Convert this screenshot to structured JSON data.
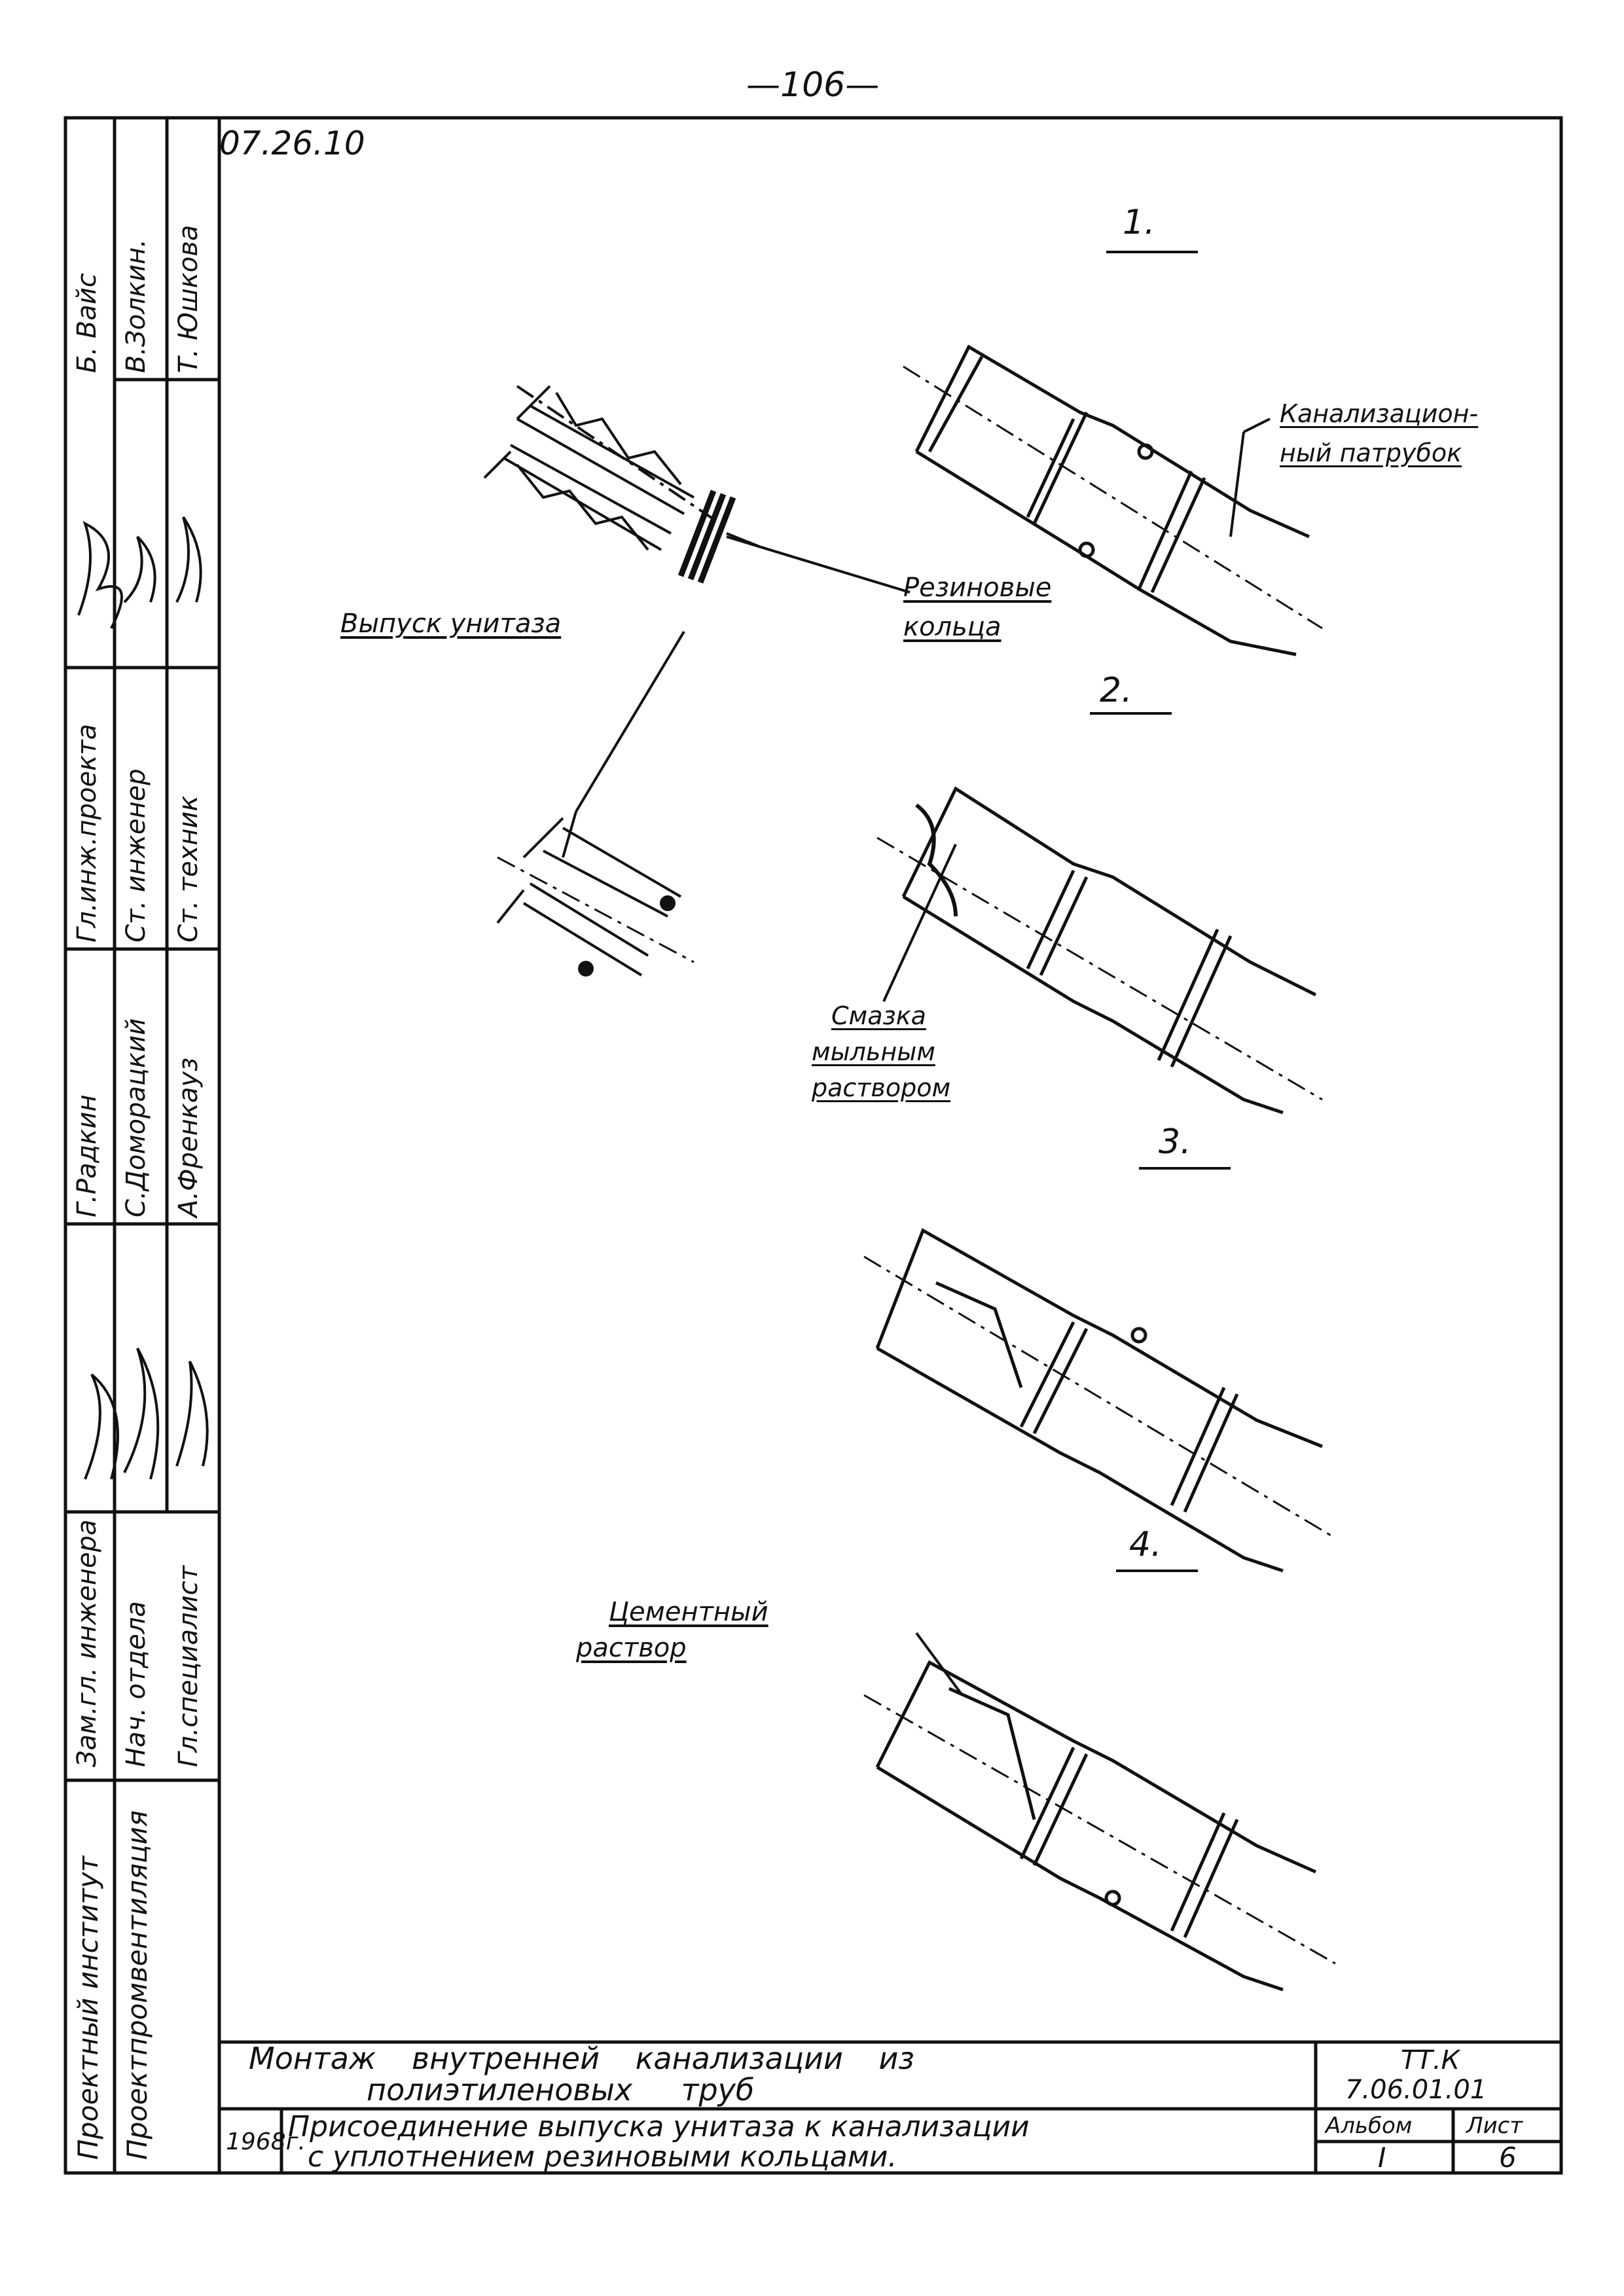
{
  "page_number": "—106—",
  "drawing_code": "07.26.10",
  "steps": [
    "1.",
    "2.",
    "3.",
    "4."
  ],
  "callouts": {
    "pipe_socket": [
      "Канализацион-",
      "ный патрубок"
    ],
    "rubber_rings": [
      "Резиновые",
      "кольца"
    ],
    "toilet_outlet": "Выпуск унитаза",
    "soap_lubricant": [
      "Смазка",
      "мыльным",
      "раствором"
    ],
    "cement_mortar": [
      "Цементный",
      "раствор"
    ]
  },
  "side_stamp": {
    "organization": [
      "Проектный институт",
      "Проектпромвентиляция"
    ],
    "positions": [
      [
        "Зам.гл. инженера",
        "Нач. отдела",
        "Гл.специалист"
      ],
      [
        "Гл.инж.проекта",
        "Ст. инженер",
        "Ст. техник"
      ]
    ],
    "names": [
      [
        "Г.Радкин",
        "С.Доморацкий",
        "А.Френкауз"
      ],
      [
        "Б. Вайс",
        "В.Золкин.",
        "Т. Юшкова"
      ]
    ]
  },
  "title_block": {
    "title_line1": "Монтаж внутренней канализации из",
    "title_line2": "полиэтиленовых труб",
    "code_label": "ТТ.К",
    "code_value": "7.06.01.01",
    "year": "1968г.",
    "subtitle_line1": "Присоединение выпуска унитаза к канализации",
    "subtitle_line2": "с уплотнением резиновыми кольцами.",
    "album_label": "Альбом",
    "album_value": "I",
    "sheet_label": "Лист",
    "sheet_value": "6"
  }
}
